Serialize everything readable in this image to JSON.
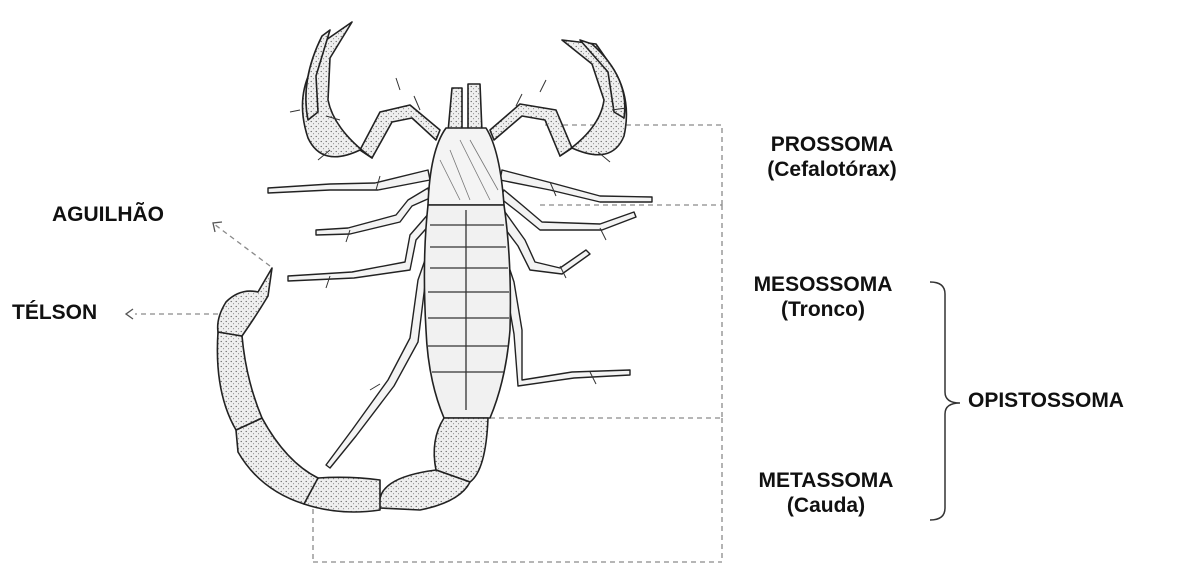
{
  "labels": {
    "prossoma": "PROSSOMA",
    "prossoma_sub": "(Cefalotórax)",
    "mesossoma": "MESOSSOMA",
    "mesossoma_sub": "(Tronco)",
    "metassoma": "METASSOMA",
    "metassoma_sub": "(Cauda)",
    "opistossoma": "OPISTOSSOMA",
    "aguilhao": "AGUILHÃO",
    "telson": "TÉLSON"
  },
  "colors": {
    "ink": "#111111",
    "line": "#8a8a8a",
    "body_fill": "#e9e9e9",
    "stipple": "#555555"
  }
}
